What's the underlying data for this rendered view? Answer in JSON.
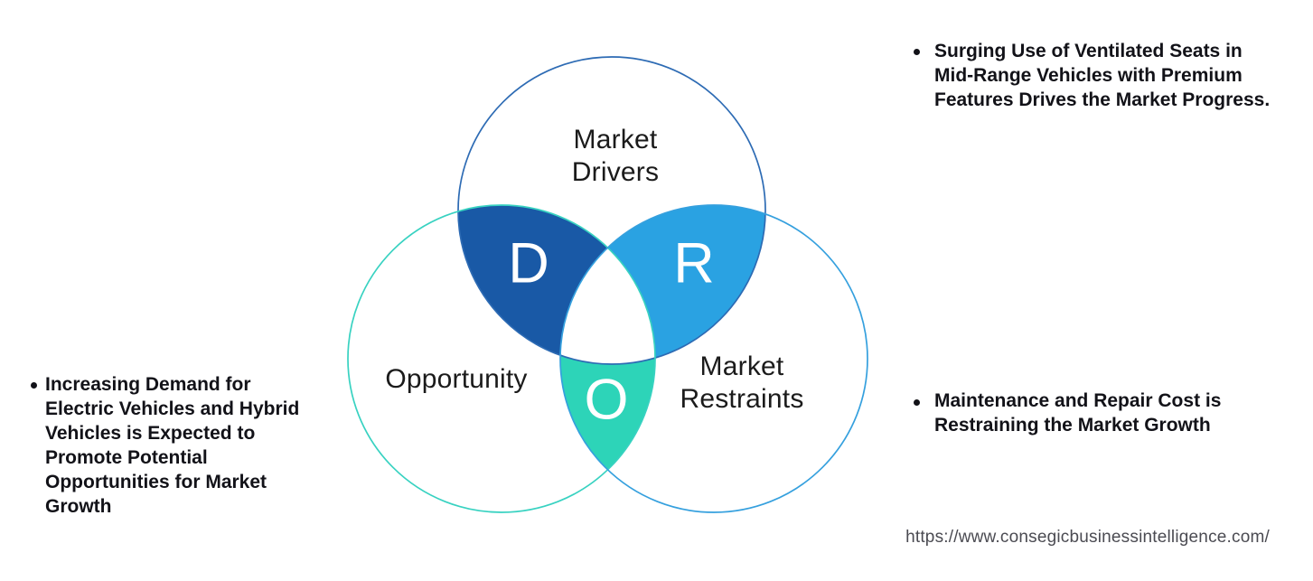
{
  "venn": {
    "drivers": {
      "label": "Market\nDrivers",
      "letter": "D",
      "outline": "#2d6bb4",
      "fill": "#1959a6"
    },
    "opportunity": {
      "label": "Opportunity",
      "letter": "O",
      "outline": "#38d2c1",
      "fill": "#2dd4b8"
    },
    "restraints": {
      "label": "Market\nRestraints",
      "letter": "R",
      "outline": "#35a0de",
      "fill": "#2aa2e2"
    },
    "center_fill": "#ffffff"
  },
  "notes": {
    "drivers": "Surging Use of Ventilated Seats in\nMid-Range Vehicles with Premium\nFeatures Drives the Market Progress.",
    "opportunity": "Increasing Demand for\nElectric Vehicles and Hybrid\nVehicles is Expected to\nPromote Potential\nOpportunities for Market\nGrowth",
    "restraints": "Maintenance and Repair Cost is\nRestraining the Market Growth"
  },
  "footer": {
    "url": "https://www.consegicbusinessintelligence.com/"
  }
}
